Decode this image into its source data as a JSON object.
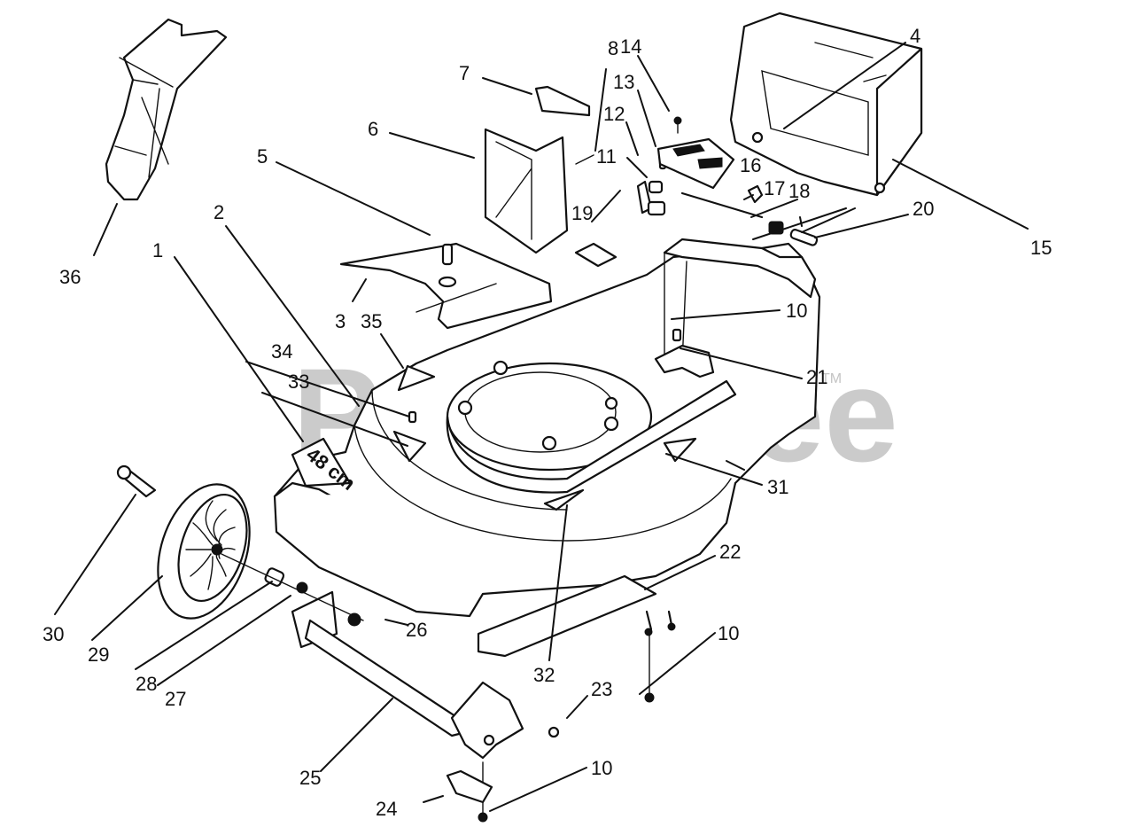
{
  "diagram": {
    "title": "Lawn mower deck exploded parts diagram",
    "watermark": "PartsTree",
    "watermark_tm": "TM",
    "deck_decal_text": "48 cm",
    "callouts": [
      {
        "id": "c1",
        "label": "1"
      },
      {
        "id": "c2",
        "label": "2"
      },
      {
        "id": "c3",
        "label": "3"
      },
      {
        "id": "c4",
        "label": "4"
      },
      {
        "id": "c5",
        "label": "5"
      },
      {
        "id": "c6",
        "label": "6"
      },
      {
        "id": "c7",
        "label": "7"
      },
      {
        "id": "c8",
        "label": "8"
      },
      {
        "id": "c10a",
        "label": "10"
      },
      {
        "id": "c10b",
        "label": "10"
      },
      {
        "id": "c10c",
        "label": "10"
      },
      {
        "id": "c11",
        "label": "11"
      },
      {
        "id": "c12",
        "label": "12"
      },
      {
        "id": "c13",
        "label": "13"
      },
      {
        "id": "c14",
        "label": "14"
      },
      {
        "id": "c15",
        "label": "15"
      },
      {
        "id": "c16",
        "label": "16"
      },
      {
        "id": "c17",
        "label": "17"
      },
      {
        "id": "c18",
        "label": "18"
      },
      {
        "id": "c19",
        "label": "19"
      },
      {
        "id": "c20",
        "label": "20"
      },
      {
        "id": "c21",
        "label": "21"
      },
      {
        "id": "c22",
        "label": "22"
      },
      {
        "id": "c23",
        "label": "23"
      },
      {
        "id": "c24",
        "label": "24"
      },
      {
        "id": "c25",
        "label": "25"
      },
      {
        "id": "c26",
        "label": "26"
      },
      {
        "id": "c27",
        "label": "27"
      },
      {
        "id": "c28",
        "label": "28"
      },
      {
        "id": "c29",
        "label": "29"
      },
      {
        "id": "c30",
        "label": "30"
      },
      {
        "id": "c31",
        "label": "31"
      },
      {
        "id": "c32",
        "label": "32"
      },
      {
        "id": "c33",
        "label": "33"
      },
      {
        "id": "c34",
        "label": "34"
      },
      {
        "id": "c35",
        "label": "35"
      },
      {
        "id": "c36",
        "label": "36"
      }
    ]
  }
}
